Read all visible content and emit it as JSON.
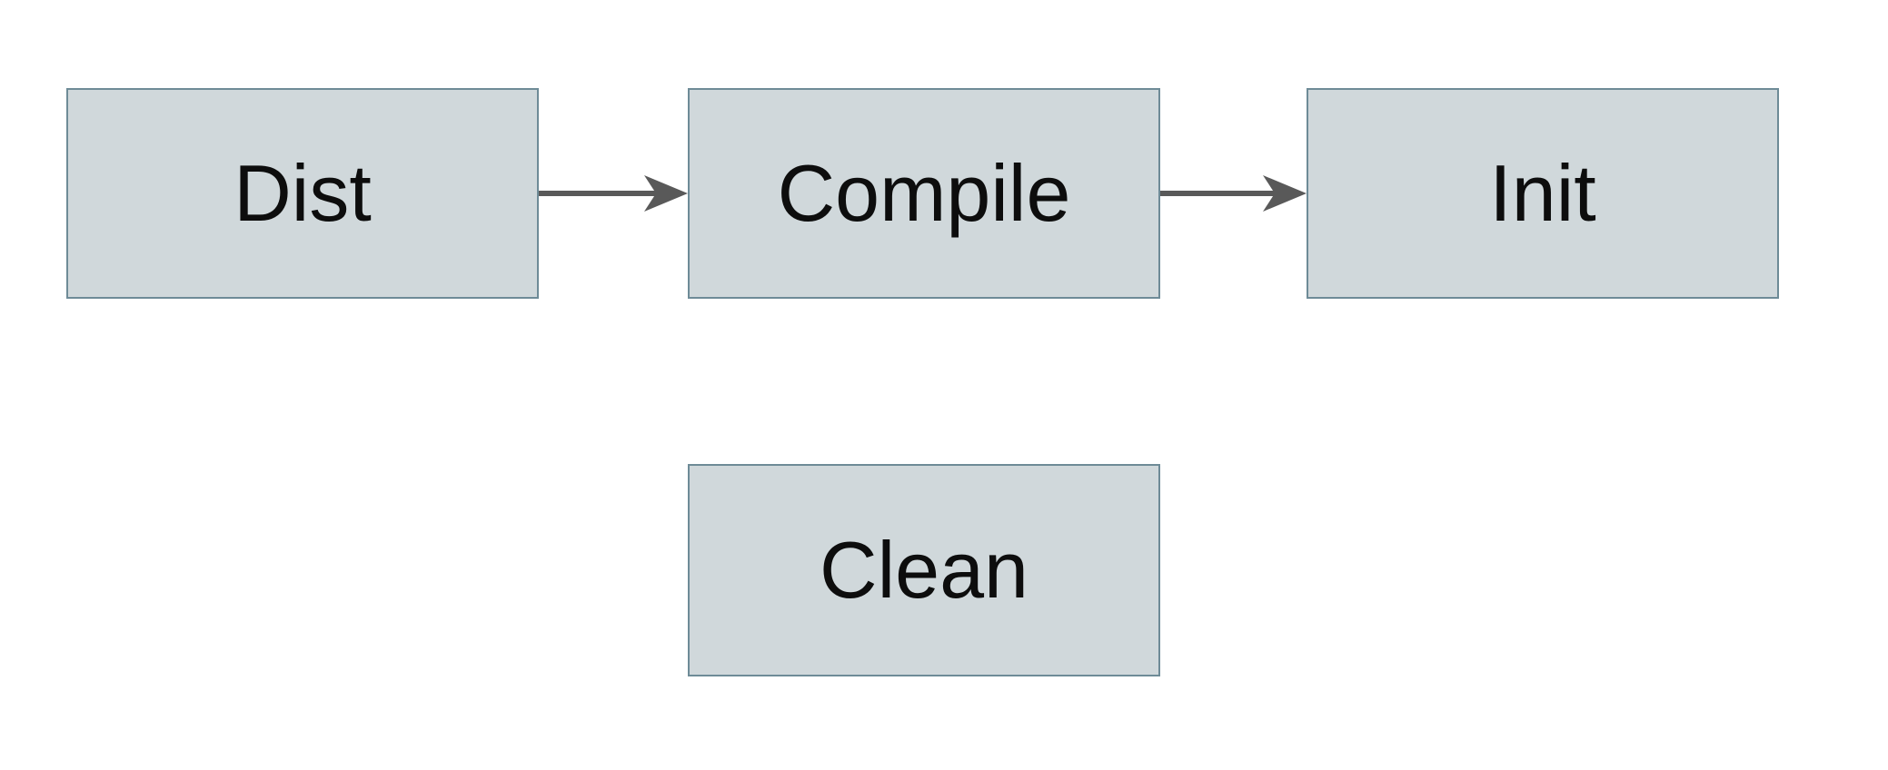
{
  "diagram": {
    "type": "flowchart",
    "background_color": "#ffffff",
    "nodes": [
      {
        "id": "dist",
        "label": "Dist"
      },
      {
        "id": "compile",
        "label": "Compile"
      },
      {
        "id": "init",
        "label": "Init"
      },
      {
        "id": "clean",
        "label": "Clean"
      }
    ],
    "edges": [
      {
        "from": "Dist",
        "to": "Compile",
        "style": "solid-arrow-right"
      },
      {
        "from": "Compile",
        "to": "Init",
        "style": "solid-arrow-right"
      }
    ],
    "colors": {
      "node_fill": "#d0d8db",
      "node_border": "#6e8b97",
      "arrow": "#595959",
      "label_text": "#0d0d0d"
    }
  }
}
